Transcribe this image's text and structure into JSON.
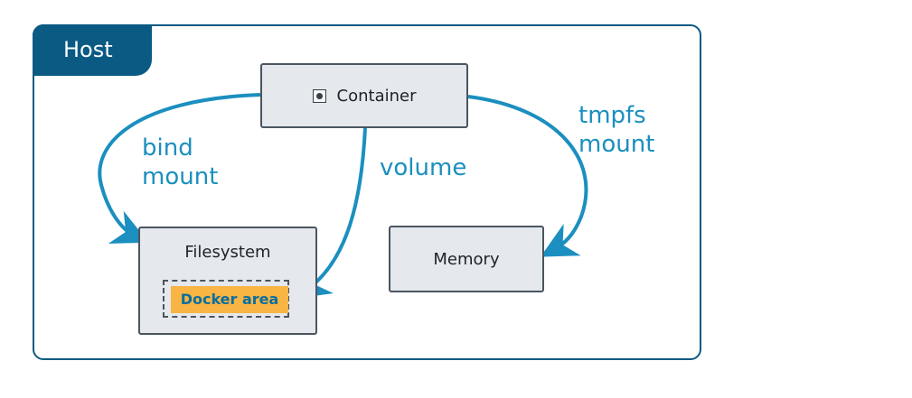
{
  "host": {
    "label": "Host"
  },
  "container": {
    "label": "Container",
    "icon": "container-icon"
  },
  "filesystem": {
    "label": "Filesystem",
    "docker_area": "Docker area"
  },
  "memory": {
    "label": "Memory"
  },
  "mounts": {
    "bind": [
      "bind",
      "mount"
    ],
    "volume": "volume",
    "tmpfs": [
      "tmpfs",
      "mount"
    ]
  },
  "colors": {
    "host_frame": "#0a5a83",
    "arrow": "#1b8fbf",
    "box_fill": "#e5e8ec",
    "box_border": "#4a5560",
    "docker_area_fill": "#f8b543",
    "docker_area_text": "#0a6e9e"
  }
}
